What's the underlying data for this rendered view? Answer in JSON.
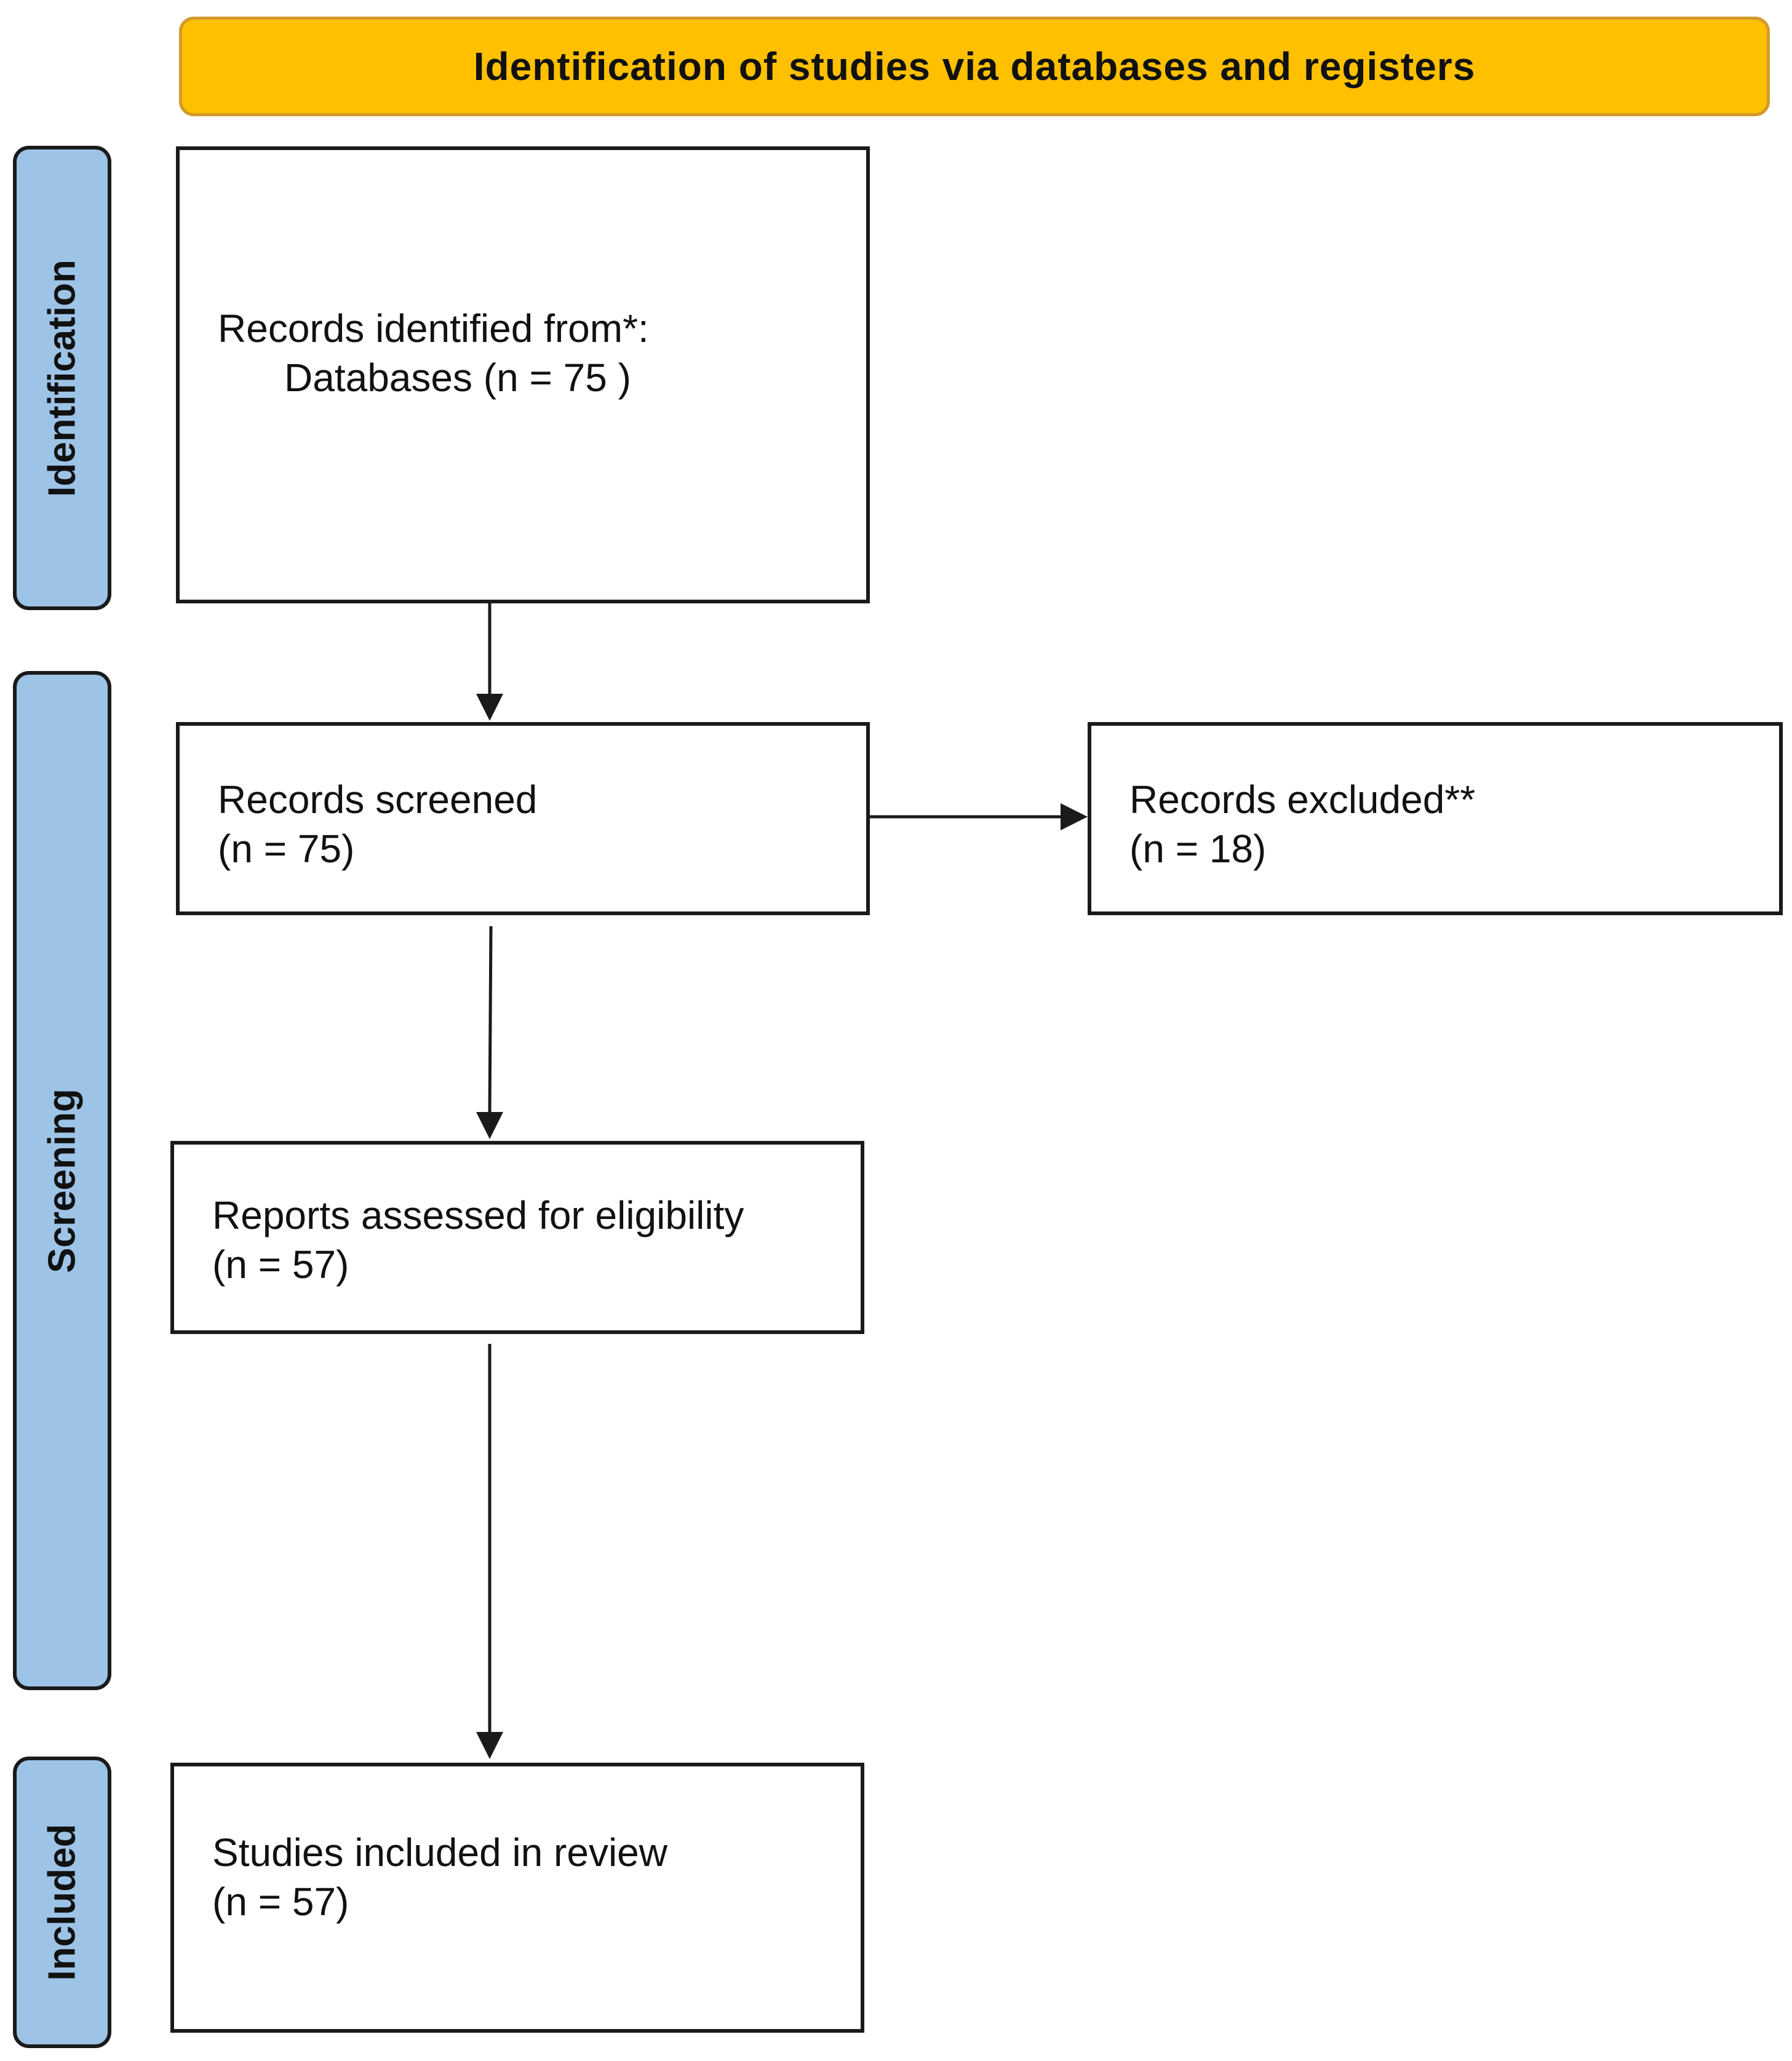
{
  "header": {
    "title": "Identification of studies via databases and registers"
  },
  "phases": {
    "identification": "Identification",
    "screening": "Screening",
    "included": "Included"
  },
  "boxes": {
    "identified": {
      "line1": "Records identified from*:",
      "line2": "Databases  (n = 75 )"
    },
    "screened": {
      "line1": "Records screened",
      "line2": "(n = 75)"
    },
    "excluded": {
      "line1": "Records excluded**",
      "line2": "(n = 18)"
    },
    "assessed": {
      "line1": "Reports assessed  for eligibility",
      "line2": "(n = 57)"
    },
    "included": {
      "line1": "Studies included in review",
      "line2": "(n = 57)"
    }
  },
  "colors": {
    "header_fill": "#ffc000",
    "header_border": "#d29a2a",
    "phase_fill": "#9dc3e6",
    "stroke": "#1a1a1a"
  }
}
